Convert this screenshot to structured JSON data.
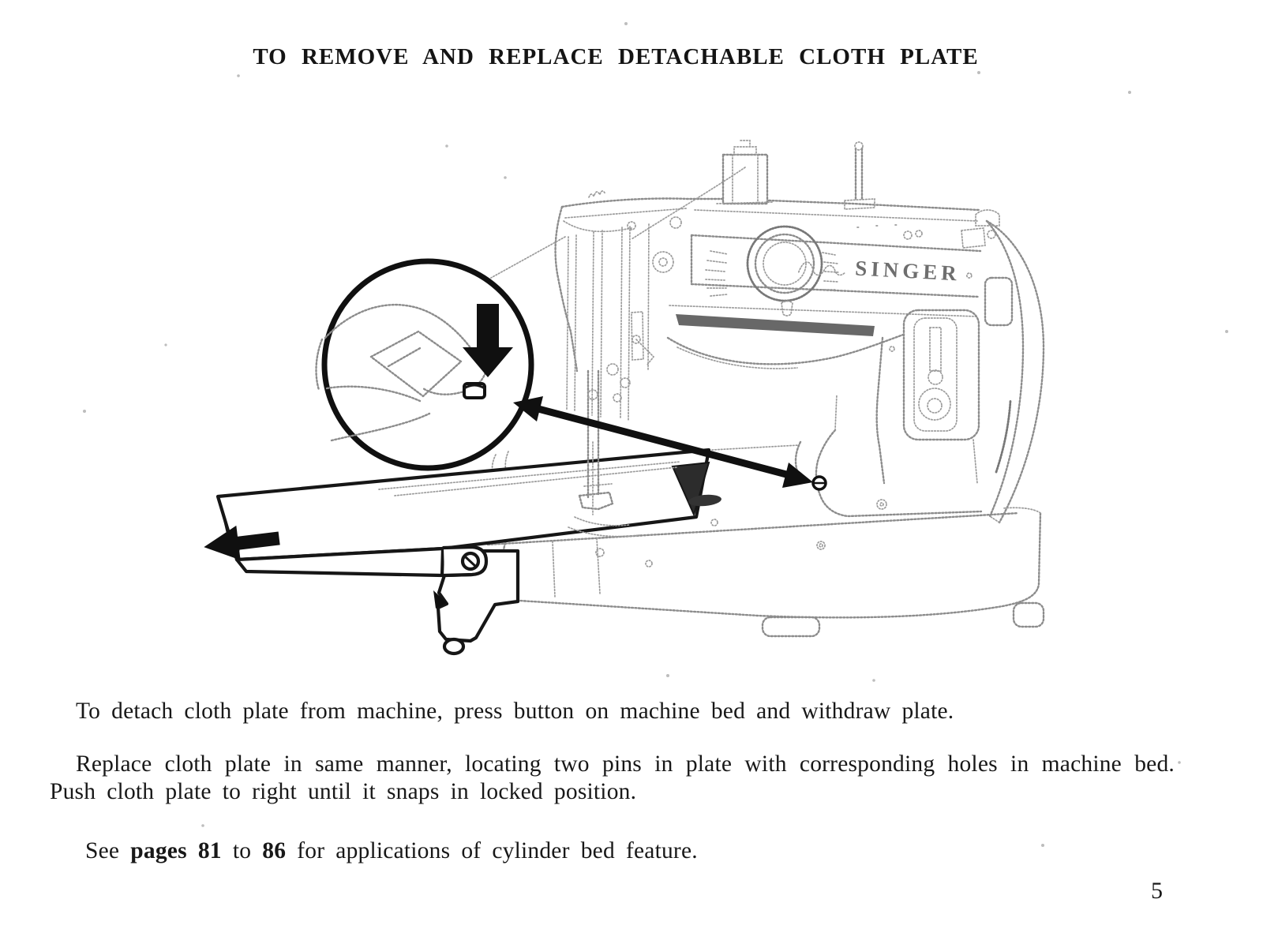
{
  "page": {
    "title": "TO REMOVE AND REPLACE DETACHABLE CLOTH PLATE",
    "page_number": "5"
  },
  "paragraphs": {
    "p1": "To detach cloth plate from machine, press button on machine bed and withdraw plate.",
    "p2": "Replace cloth plate in same manner, locating two pins in plate with corresponding holes in machine bed. Push cloth plate to right until it snaps in locked position.",
    "p3": {
      "segments": [
        {
          "text": "See "
        },
        {
          "text": "pages 81",
          "bold": true
        },
        {
          "text": " to "
        },
        {
          "text": "86",
          "bold": true
        },
        {
          "text": " for applications of cylinder bed feature."
        }
      ]
    }
  },
  "illustration": {
    "brand": "SINGER"
  }
}
